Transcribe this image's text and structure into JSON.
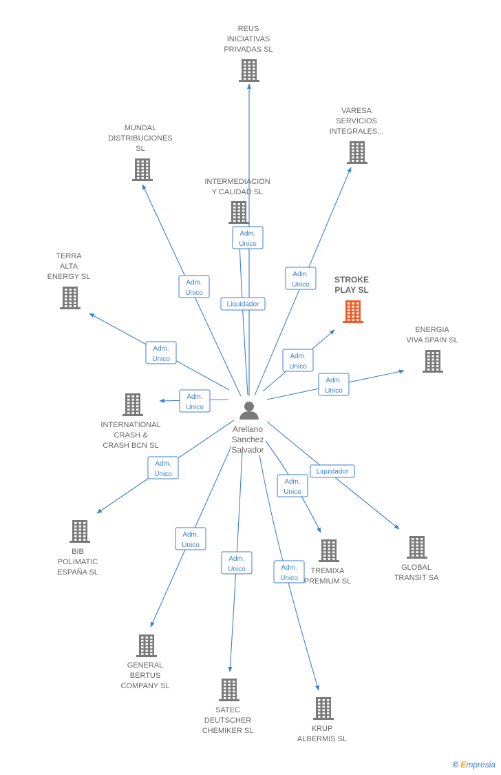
{
  "colors": {
    "edge": "#3a7fd4",
    "building": "#7a7a7a",
    "building_highlight": "#f05a28",
    "person": "#7a7a7a"
  },
  "person": {
    "name_lines": [
      "Arellano",
      "Sanchez",
      "Salvador"
    ],
    "icon": "person-icon"
  },
  "companies": [
    {
      "id": "reus",
      "lines": [
        "REUS",
        "INICIATIVAS",
        "PRIVADAS SL"
      ],
      "highlight": false
    },
    {
      "id": "varesa",
      "lines": [
        "VARESA",
        "SERVICIOS",
        "INTEGRALES..."
      ],
      "highlight": false
    },
    {
      "id": "mundal",
      "lines": [
        "MUNDAL",
        "DISTRIBUCIONES",
        "SL"
      ],
      "highlight": false
    },
    {
      "id": "intermediacion",
      "lines": [
        "INTERMEDIACION",
        "Y CALIDAD SL"
      ],
      "highlight": false
    },
    {
      "id": "stroke",
      "lines": [
        "STROKE",
        "PLAY SL"
      ],
      "highlight": true
    },
    {
      "id": "terra",
      "lines": [
        "TERRA",
        "ALTA",
        "ENERGY SL"
      ],
      "highlight": false
    },
    {
      "id": "energia",
      "lines": [
        "ENERGIA",
        "VIVA SPAIN SL"
      ],
      "highlight": false
    },
    {
      "id": "international",
      "lines": [
        "INTERNATIONAL",
        "CRASH &",
        "CRASH BCN SL"
      ],
      "highlight": false
    },
    {
      "id": "bib",
      "lines": [
        "BIB",
        "POLIMATIC",
        "ESPAÑA SL"
      ],
      "highlight": false
    },
    {
      "id": "tremixa",
      "lines": [
        "TREMIXA",
        "PREMIUM SL"
      ],
      "highlight": false
    },
    {
      "id": "global",
      "lines": [
        "GLOBAL",
        "TRANSIT SA"
      ],
      "highlight": false
    },
    {
      "id": "general",
      "lines": [
        "GENERAL",
        "BERTUS",
        "COMPANY SL"
      ],
      "highlight": false
    },
    {
      "id": "satec",
      "lines": [
        "SATEC",
        "DEUTSCHER",
        "CHEMIKER SL"
      ],
      "highlight": false
    },
    {
      "id": "krup",
      "lines": [
        "KRUP",
        "ALBERMIS SL"
      ],
      "highlight": false
    }
  ],
  "relations": [
    {
      "target": "reus",
      "role_lines": [
        "Adm.",
        "Unico"
      ]
    },
    {
      "target": "intermediacion",
      "role_lines": [
        "Liquidador"
      ]
    },
    {
      "target": "varesa",
      "role_lines": [
        "Adm.",
        "Unico"
      ]
    },
    {
      "target": "mundal",
      "role_lines": [
        "Adm.",
        "Unico"
      ]
    },
    {
      "target": "terra",
      "role_lines": [
        "Adm.",
        "Unico"
      ]
    },
    {
      "target": "stroke",
      "role_lines": [
        "Adm.",
        "Unico"
      ]
    },
    {
      "target": "energia",
      "role_lines": [
        "Adm.",
        "Unico"
      ]
    },
    {
      "target": "international",
      "role_lines": [
        "Adm.",
        "Unico"
      ]
    },
    {
      "target": "bib",
      "role_lines": [
        "Adm.",
        "Unico"
      ]
    },
    {
      "target": "tremixa",
      "role_lines": [
        "Adm.",
        "Unico"
      ]
    },
    {
      "target": "global",
      "role_lines": [
        "Liquidador"
      ]
    },
    {
      "target": "general",
      "role_lines": [
        "Adm.",
        "Unico"
      ]
    },
    {
      "target": "satec",
      "role_lines": [
        "Adm.",
        "Unico"
      ]
    },
    {
      "target": "krup",
      "role_lines": [
        "Adm.",
        "Unico"
      ]
    }
  ],
  "footer": {
    "copyright": "©",
    "brand_first": "E",
    "brand_rest": "mpresia"
  }
}
